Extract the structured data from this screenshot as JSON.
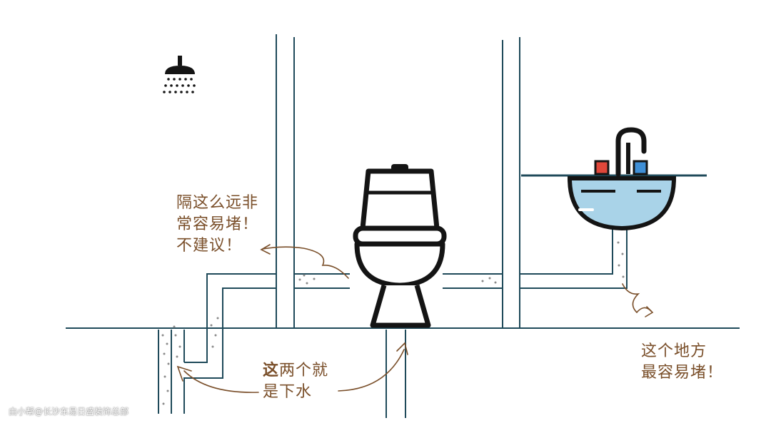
{
  "colors": {
    "pipe": "#1f4a5a",
    "ink": "#141414",
    "annotation": "#7a4f2a",
    "basin": "#a9d3e8",
    "hot_knob": "#e0473a",
    "cold_knob": "#3f8fd6",
    "sediment": "#8a8a8a"
  },
  "icons": [
    "shower-head-icon",
    "toilet-icon",
    "sink-icon",
    "faucet-icon"
  ],
  "annotations": {
    "far_drain": {
      "lines": [
        "隔这么远非",
        "常容易堵！",
        "不建议！"
      ]
    },
    "drain_pipes": {
      "bold_prefix": "这",
      "line1_rest": "两个就",
      "line2": "是下水"
    },
    "sink_trap": {
      "lines": [
        "这个地方",
        "最容易堵！"
      ]
    }
  },
  "watermark": "由小帮@长沙东易日盛装饰总部"
}
